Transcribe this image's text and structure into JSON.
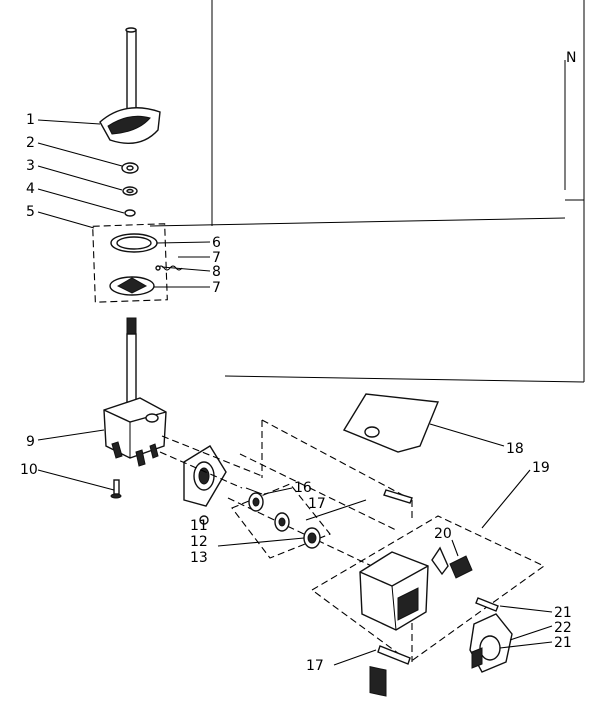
{
  "diagram": {
    "top_marker": "N",
    "callouts": [
      {
        "id": "c1",
        "text": "1"
      },
      {
        "id": "c2",
        "text": "2"
      },
      {
        "id": "c3",
        "text": "3"
      },
      {
        "id": "c4",
        "text": "4"
      },
      {
        "id": "c5",
        "text": "5"
      },
      {
        "id": "c6",
        "text": "6"
      },
      {
        "id": "c7a",
        "text": "7"
      },
      {
        "id": "c8",
        "text": "8"
      },
      {
        "id": "c7b",
        "text": "7"
      },
      {
        "id": "c9",
        "text": "9"
      },
      {
        "id": "c10",
        "text": "10"
      },
      {
        "id": "c11",
        "text": "11"
      },
      {
        "id": "c12",
        "text": "12"
      },
      {
        "id": "c13",
        "text": "13"
      },
      {
        "id": "c16",
        "text": "16"
      },
      {
        "id": "c17a",
        "text": "17"
      },
      {
        "id": "c18",
        "text": "18"
      },
      {
        "id": "c19",
        "text": "19"
      },
      {
        "id": "c20",
        "text": "20"
      },
      {
        "id": "c21a",
        "text": "21"
      },
      {
        "id": "c22",
        "text": "22"
      },
      {
        "id": "c21b",
        "text": "21"
      },
      {
        "id": "c17b",
        "text": "17"
      }
    ]
  }
}
